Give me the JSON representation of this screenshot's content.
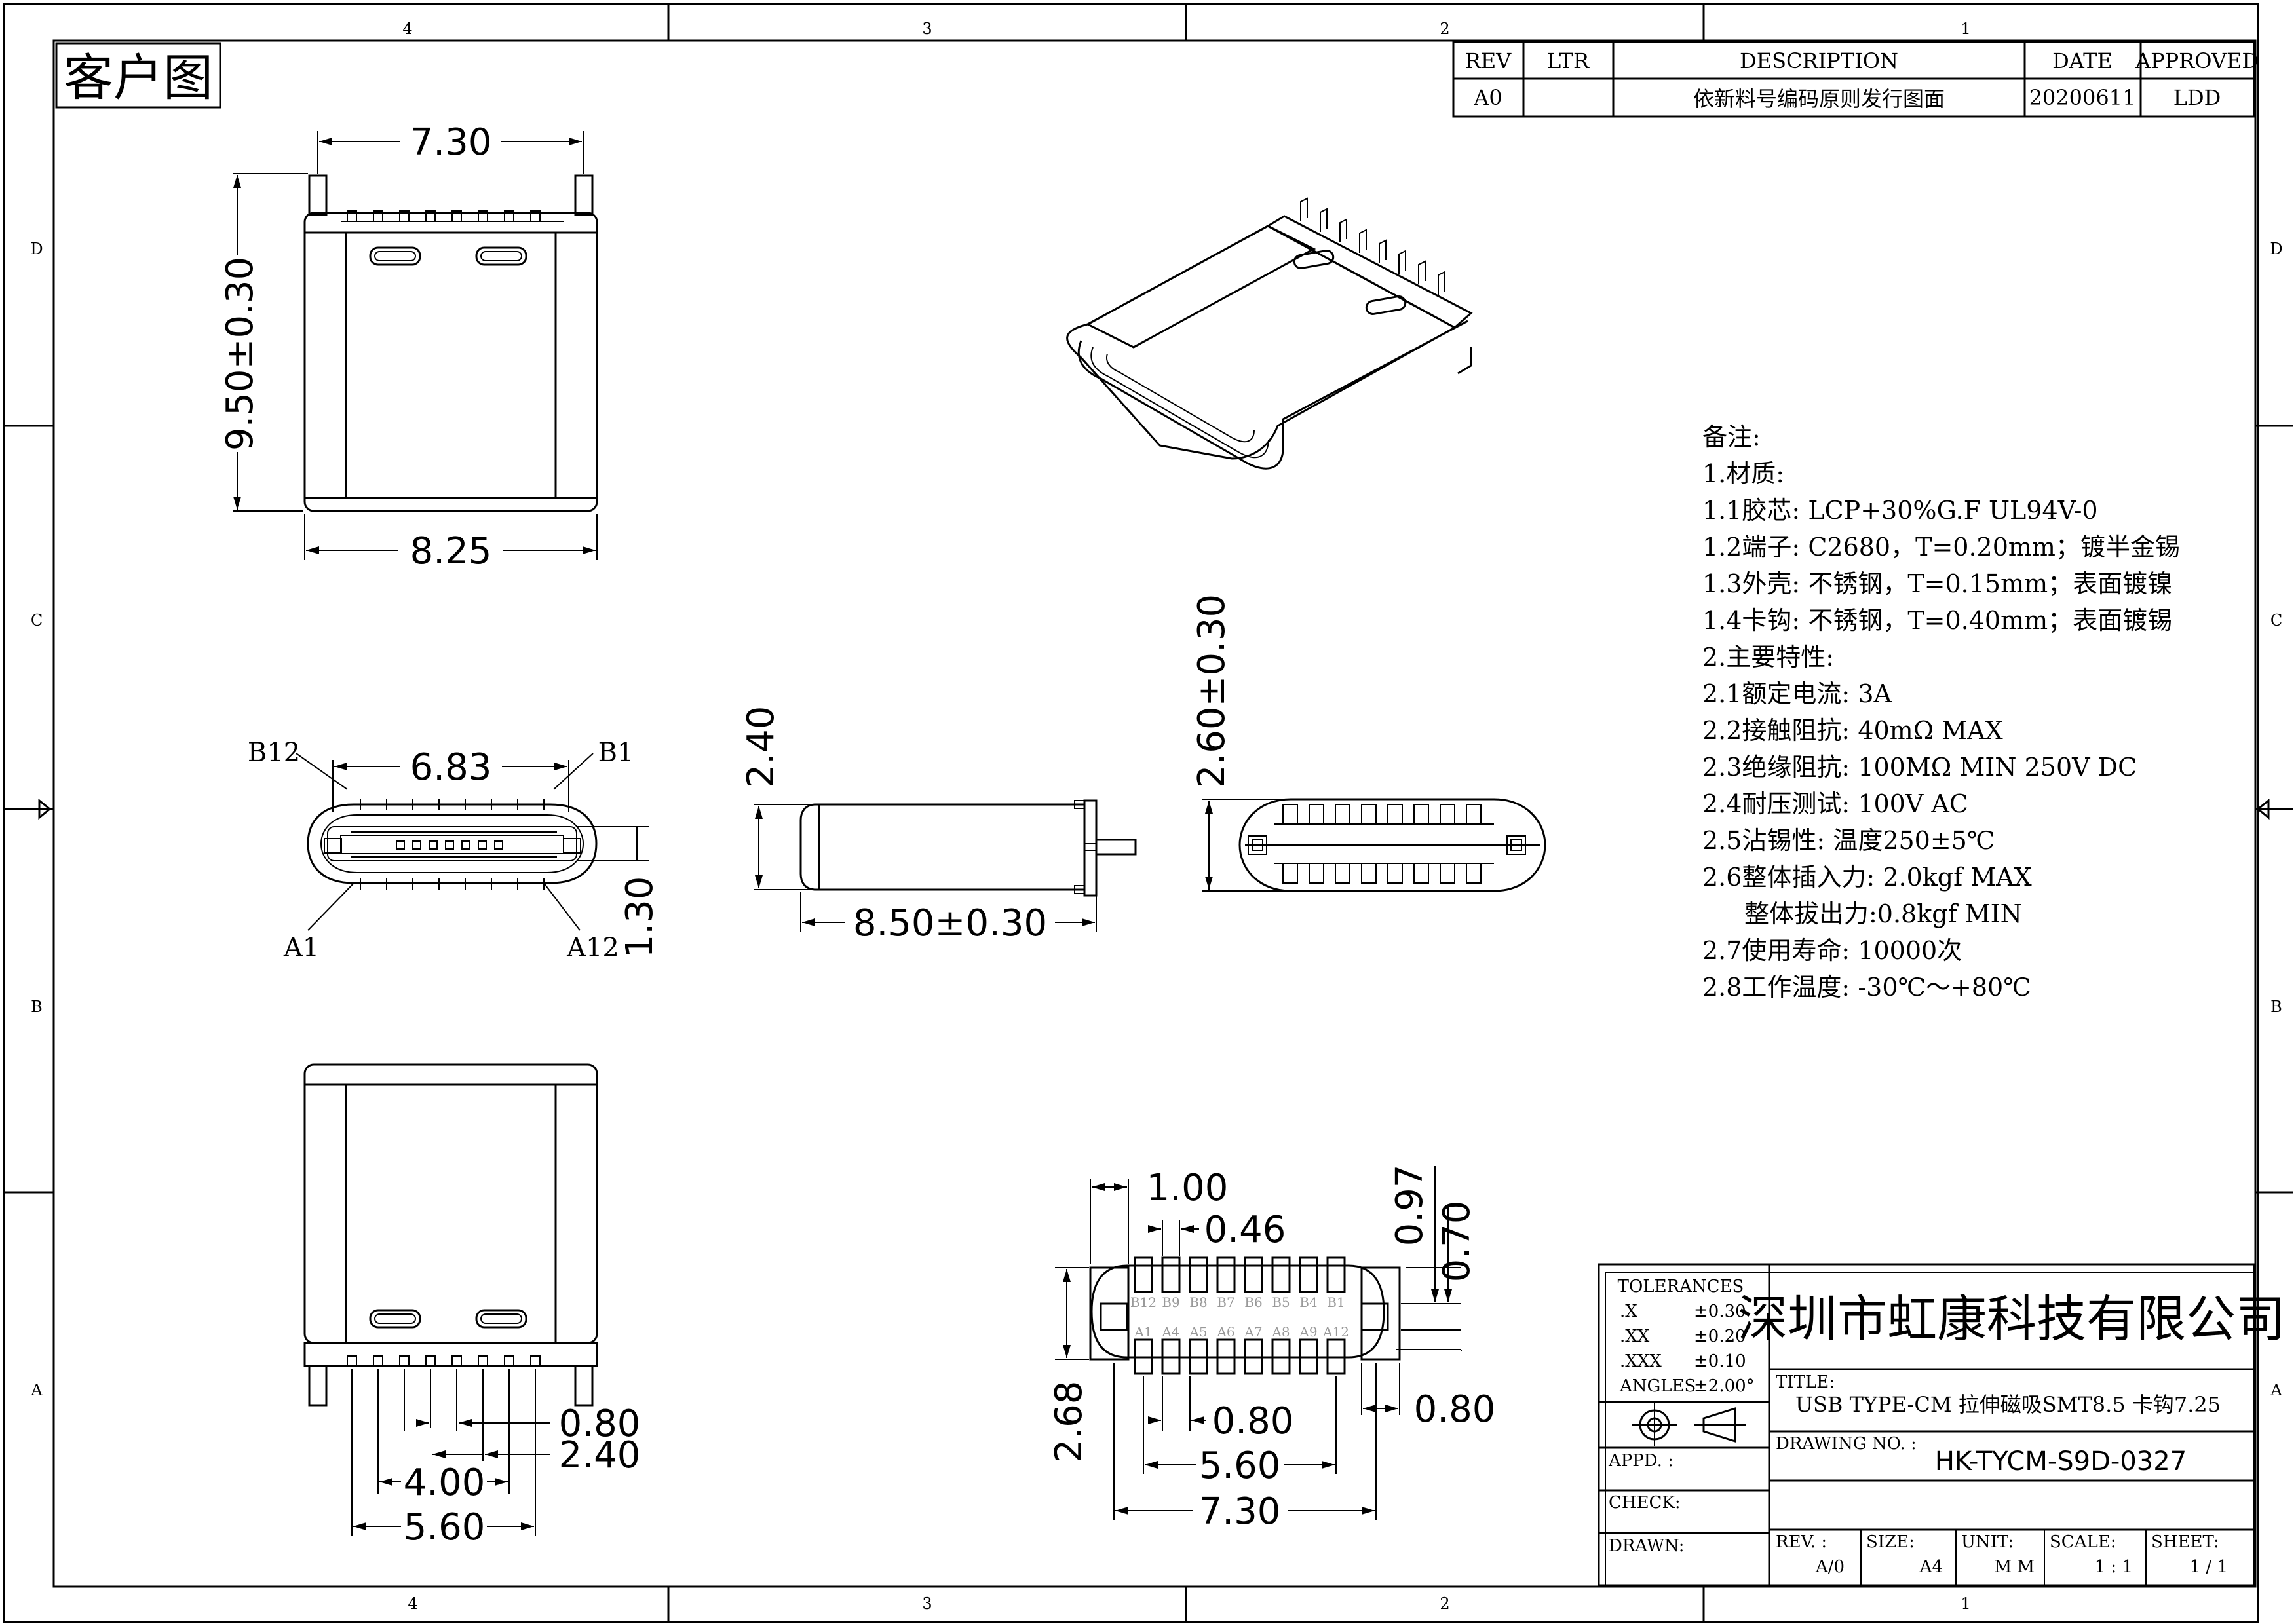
{
  "sheet": {
    "zone_cols": [
      "4",
      "3",
      "2",
      "1"
    ],
    "zone_rows": [
      "D",
      "C",
      "B",
      "A"
    ],
    "customer_label": "客户图"
  },
  "revision_table": {
    "headers": [
      "REV",
      "LTR",
      "DESCRIPTION",
      "DATE",
      "APPROVED"
    ],
    "row": [
      "A0",
      "",
      "依新料号编码原则发行图面",
      "20200611",
      "LDD"
    ]
  },
  "dimensions": {
    "top_width": "7.30",
    "top_height": "9.50±0.30",
    "top_bottom_width": "8.25",
    "front_pin_span": "6.83",
    "front_label_b12": "B12",
    "front_label_b1": "B1",
    "front_label_a1": "A1",
    "front_label_a12": "A12",
    "front_height": "1.30",
    "side_height": "2.40",
    "side_length": "8.50±0.30",
    "rear_height": "2.60±0.30",
    "bottom_pitch": "0.80",
    "bottom_span_a": "2.40",
    "bottom_span_b": "4.00",
    "bottom_span_c": "5.60",
    "pcb_pad_width": "1.00",
    "pcb_pad_gap": "0.46",
    "pcb_pad_h1": "0.97",
    "pcb_pad_h2": "0.70",
    "pcb_slot": "0.80",
    "pcb_pitch": "0.80",
    "pcb_span": "5.60",
    "pcb_total": "7.30",
    "pcb_height": "2.68",
    "pcb_top_row": [
      "B12",
      "B9",
      "B8",
      "B7",
      "B6",
      "B5",
      "B4",
      "B1"
    ],
    "pcb_bottom_row": [
      "A1",
      "A4",
      "A5",
      "A6",
      "A7",
      "A8",
      "A9",
      "A12"
    ]
  },
  "notes": {
    "lines": [
      "备注:",
      "1.材质:",
      "1.1胶芯: LCP+30%G.F UL94V-0",
      "1.2端子: C2680，T=0.20mm；镀半金锡",
      "1.3外壳: 不锈钢，T=0.15mm；表面镀镍",
      "1.4卡钩: 不锈钢，T=0.40mm；表面镀锡",
      "2.主要特性:",
      "2.1额定电流: 3A",
      "2.2接触阻抗: 40mΩ MAX",
      "2.3绝缘阻抗: 100MΩ MIN 250V DC",
      "2.4耐压测试: 100V AC",
      "2.5沾锡性: 温度250±5℃",
      "2.6整体插入力: 2.0kgf MAX",
      "整体拔出力:0.8kgf MIN",
      "2.7使用寿命: 10000次",
      "2.8工作温度: -30℃～+80℃"
    ]
  },
  "title_block": {
    "tolerances_label": "TOLERANCES",
    "tolerances": [
      {
        "k": ".X",
        "v": "±0.30"
      },
      {
        "k": ".XX",
        "v": "±0.20"
      },
      {
        "k": ".XXX",
        "v": "±0.10"
      },
      {
        "k": "ANGLES",
        "v": "±2.00°"
      }
    ],
    "company": "深圳市虹康科技有限公司",
    "title_label": "TITLE:",
    "title_value": "USB TYPE-CM 拉伸磁吸SMT8.5 卡钩7.25",
    "drawing_no_label": "DRAWING NO. :",
    "drawing_no": "HK-TYCM-S9D-0327",
    "appd_label": "APPD. :",
    "check_label": "CHECK:",
    "drawn_label": "DRAWN:",
    "rev_label": "REV. :",
    "rev_value": "A/0",
    "size_label": "SIZE:",
    "size_value": "A4",
    "unit_label": "UNIT:",
    "unit_value": "M M",
    "scale_label": "SCALE:",
    "scale_value": "1 : 1",
    "sheet_label": "SHEET:",
    "sheet_value": "1 / 1"
  }
}
